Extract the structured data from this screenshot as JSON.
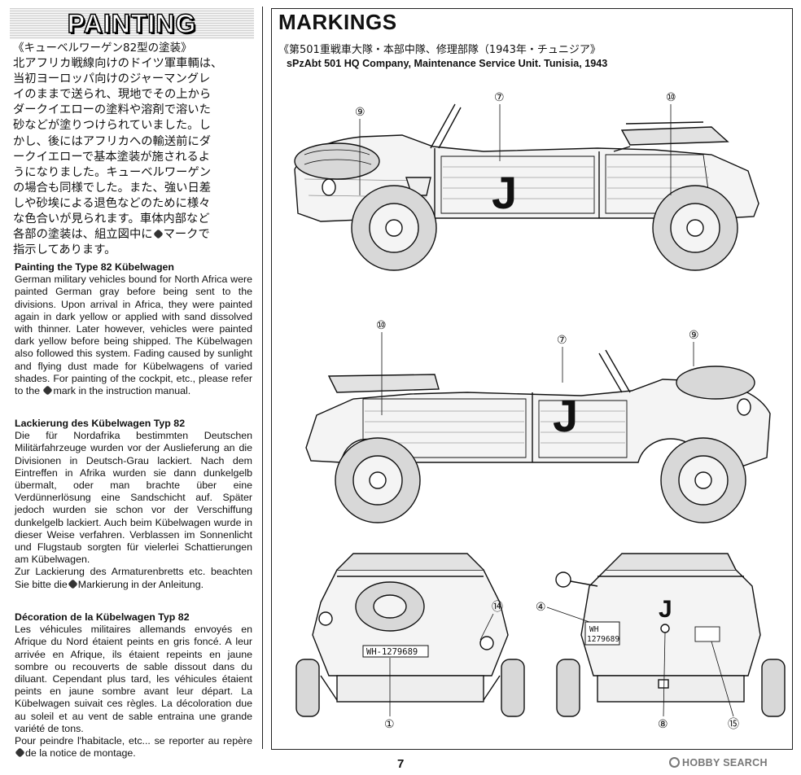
{
  "left": {
    "banner": "PAINTING",
    "jp_title": "《キューベルワーゲン82型の塗装》",
    "jp_lines": [
      "北アフリカ戦線向けのドイツ軍車輌は、",
      "当初ヨーロッパ向けのジャーマングレ",
      "イのままで送られ、現地でその上から",
      "ダークイエローの塗料や溶剤で溶いた",
      "砂などが塗りつけられていました。し",
      "かし、後にはアフリカへの輸送前にダ",
      "ークイエローで基本塗装が施されるよ",
      "うになりました。キューベルワーゲン",
      "の場合も同様でした。また、強い日差",
      "しや砂埃による退色などのために様々",
      "な色合いが見られます。車体内部など",
      "各部の塗装は、組立図中に",
      "指示してあります。"
    ],
    "jp_mark_suffix": "マークで",
    "en_heading": "Painting the Type 82 Kübelwagen",
    "en_body_1": "German military vehicles bound for North Africa were painted German gray before being sent to the divisions.  Upon arrival in Africa, they were painted again in dark yellow or applied with sand dissolved with thinner.  Later however, vehicles were painted dark yellow before being shipped.  The Kübelwagen also followed this system.  Fading caused by sunlight and flying dust made for Kübelwagens of varied shades.  For painting of the cockpit, etc., please refer to the",
    "en_body_2": "mark in the instruction manual.",
    "de_heading": "Lackierung des Kübelwagen Typ 82",
    "de_body_1": "Die für Nordafrika bestimmten Deutschen Militärfahrzeuge wurden vor der Auslieferung an die Divisionen in Deutsch-Grau lackiert. Nach dem Eintreffen in Afrika wurden sie dann dunkelgelb übermalt, oder man brachte über eine Verdünnerlösung eine Sandschicht auf. Später jedoch wurden sie schon vor der Verschiffung dunkelgelb lackiert. Auch beim Kübelwagen wurde in dieser Weise verfahren. Verblassen im Sonnenlicht und Flugstaub sorgten für vielerlei Schattierungen am Kübelwagen.",
    "de_body_2a": "Zur Lackierung des Armaturenbretts etc. beachten Sie bitte die",
    "de_body_2b": "Markierung in der Anleitung.",
    "fr_heading": "Décoration de la Kübelwagen Typ 82",
    "fr_body_1": "Les véhicules militaires allemands envoyés en Afrique du Nord étaient peints en gris foncé. A leur arrivée en Afrique, ils étaient repeints en jaune sombre ou recouverts de sable dissout dans du diluant. Cependant plus tard, les véhicules étaient peints en jaune sombre avant leur départ. La Kübelwagen suivait ces règles. La décoloration due au soleil et au vent de sable entraina une grande variété de tons.",
    "fr_body_2a": "Pour peindre l'habitacle, etc... se reporter au repère",
    "fr_body_2b": "de la notice de montage."
  },
  "markings": {
    "title": "MARKINGS",
    "jp_subtitle": "《第501重戦車大隊・本部中隊、修理部隊（1943年・チュニジア》",
    "en_subtitle": "sPzAbt 501 HQ Company, Maintenance Service Unit. Tunisia, 1943",
    "door_letter": "J",
    "plate_front": "WH-1279689",
    "plate_rear_top": "WH",
    "plate_rear_bottom": "1279689",
    "callouts": {
      "side1": [
        "⑨",
        "⑦",
        "⑩"
      ],
      "side2": [
        "⑩",
        "⑦",
        "⑨"
      ],
      "front": [
        "⑭",
        "①"
      ],
      "rear": [
        "④",
        "⑧",
        "⑮"
      ]
    }
  },
  "footer": {
    "page_number": "7",
    "watermark": "HOBBY SEARCH"
  },
  "colors": {
    "ink": "#111111",
    "body_fill": "#f4f4f4",
    "tire_fill": "#d8d8d8"
  }
}
